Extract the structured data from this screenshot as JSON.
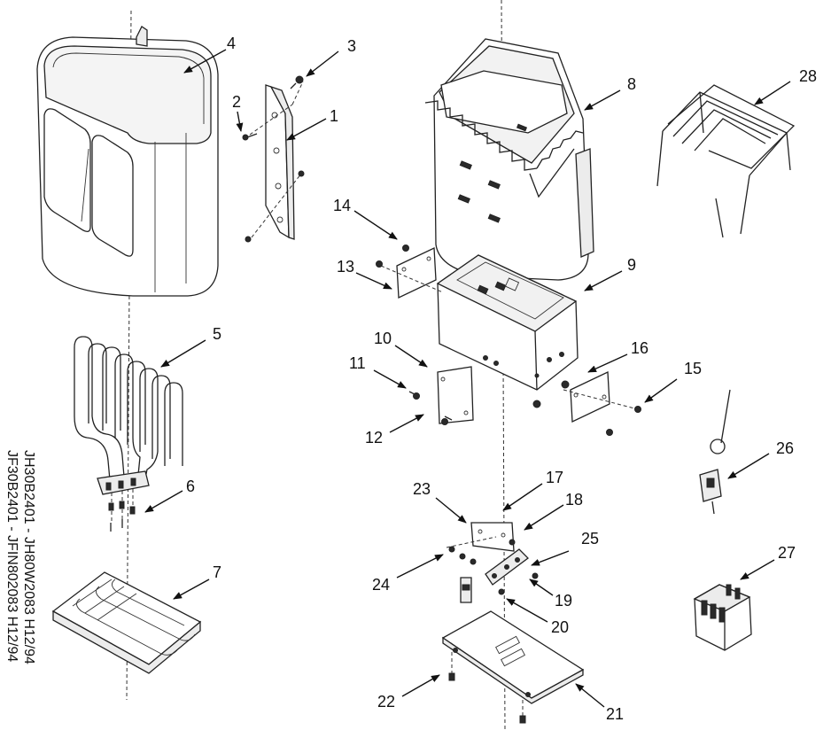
{
  "callouts": [
    "1",
    "2",
    "3",
    "4",
    "5",
    "6",
    "7",
    "8",
    "9",
    "10",
    "11",
    "12",
    "13",
    "14",
    "15",
    "16",
    "17",
    "18",
    "19",
    "20",
    "21",
    "22",
    "23",
    "24",
    "25",
    "26",
    "27",
    "28"
  ],
  "model_codes": [
    "JH30B2401 - JH80W2083 H12/94",
    "JF30B2401 - JFIN802083 H12/94"
  ]
}
